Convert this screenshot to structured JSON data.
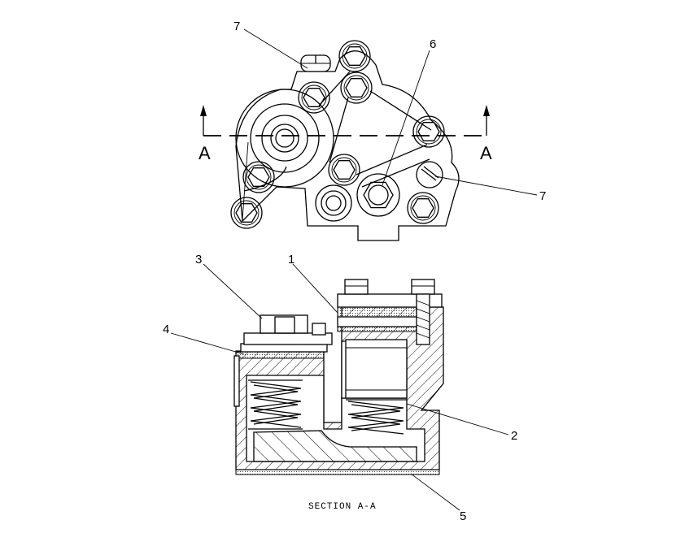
{
  "section_marks": {
    "left": "A",
    "right": "A"
  },
  "callouts": {
    "c7_top": "7",
    "c6": "6",
    "c7_right": "7",
    "c3": "3",
    "c1": "1",
    "c4": "4",
    "c2": "2",
    "c5": "5"
  },
  "caption": "SECTION A-A",
  "colors": {
    "line": "#000000",
    "background": "#ffffff"
  }
}
